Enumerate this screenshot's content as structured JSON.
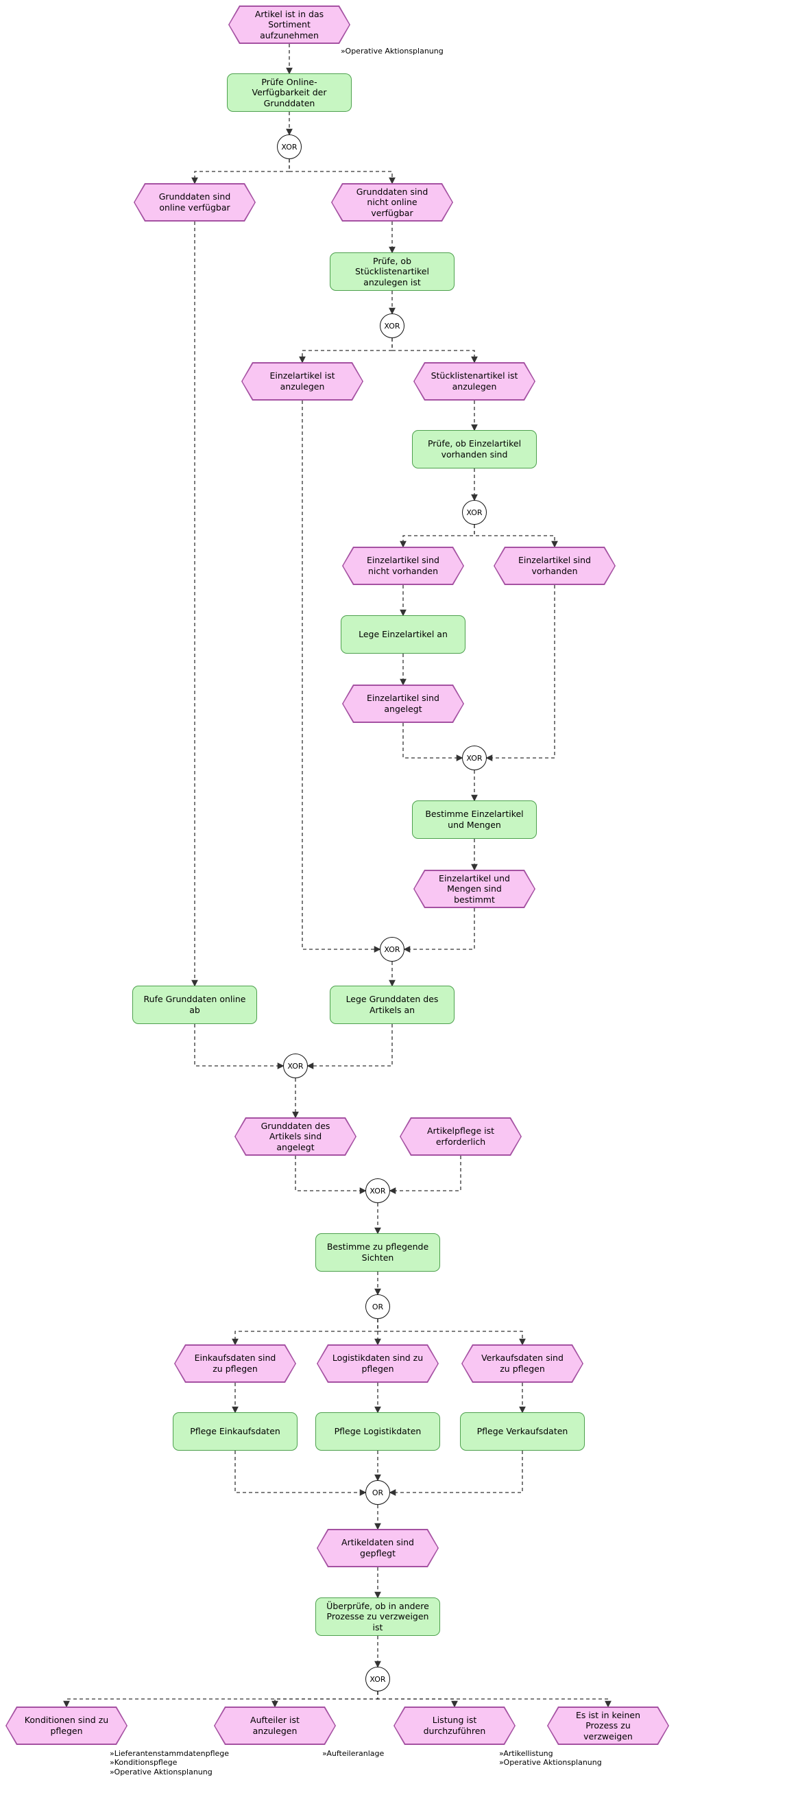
{
  "diagram": {
    "kind": "EPC process diagram",
    "colors": {
      "event_fill": "#f9c6f3",
      "event_border": "#a551a2",
      "function_fill": "#c7f6c2",
      "function_border": "#4da04d",
      "connector_fill": "#ffffff",
      "line": "#333333",
      "background": "#ffffff"
    },
    "nodes": {
      "e1": "Artikel ist in das Sortiment aufzunehmen",
      "f1": "Prüfe Online-Verfügbarkeit der Grunddaten",
      "x1": "XOR",
      "e2": "Grunddaten sind online verfügbar",
      "e3": "Grunddaten sind nicht online verfügbar",
      "f2": "Prüfe, ob Stücklistenartikel anzulegen ist",
      "x2": "XOR",
      "e4": "Einzelartikel ist anzulegen",
      "e5": "Stücklistenartikel ist anzulegen",
      "f3": "Prüfe, ob Einzelartikel vorhanden sind",
      "x3": "XOR",
      "e6": "Einzelartikel sind nicht vorhanden",
      "e7": "Einzelartikel sind vorhanden",
      "f4": "Lege Einzelartikel an",
      "e8": "Einzelartikel sind angelegt",
      "x4": "XOR",
      "f5": "Bestimme Einzelartikel und Mengen",
      "e9": "Einzelartikel und Mengen sind bestimmt",
      "x5": "XOR",
      "f6": "Rufe Grunddaten online ab",
      "f7": "Lege Grunddaten des Artikels an",
      "x6": "XOR",
      "e10": "Grunddaten des Artikels sind angelegt",
      "e11": "Artikelpflege ist erforderlich",
      "x7": "XOR",
      "f8": "Bestimme zu pflegende Sichten",
      "o1": "OR",
      "e12": "Einkaufsdaten sind zu pflegen",
      "e13": "Logistikdaten sind zu pflegen",
      "e14": "Verkaufsdaten sind zu pflegen",
      "f9": "Pflege Einkaufsdaten",
      "f10": "Pflege Logistikdaten",
      "f11": "Pflege Verkaufsdaten",
      "o2": "OR",
      "e15": "Artikeldaten sind gepflegt",
      "f12": "Überprüfe, ob in andere Prozesse zu verzweigen ist",
      "x8": "XOR",
      "e16": "Konditionen sind zu pflegen",
      "e17": "Aufteiler ist anzulegen",
      "e18": "Listung ist durchzuführen",
      "e19": "Es ist in keinen Prozess zu verzweigen"
    },
    "annotations": {
      "top": "»Operative Aktionsplanung",
      "bottom_left": [
        "»Lieferantenstammdatenpflege",
        "»Konditionspflege",
        "»Operative Aktionsplanung"
      ],
      "bottom_mid": [
        "»Aufteileranlage"
      ],
      "bottom_right": [
        "»Artikellistung",
        "»Operative Aktionsplanung"
      ]
    }
  }
}
